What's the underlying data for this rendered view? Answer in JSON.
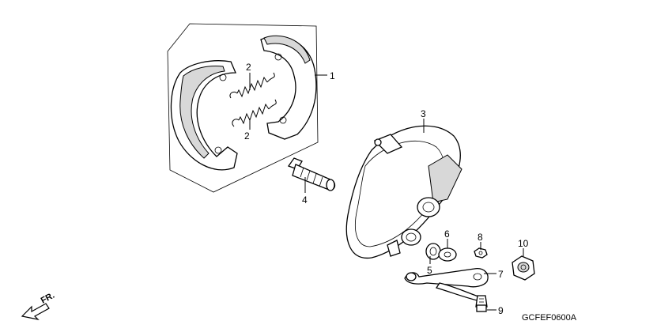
{
  "callouts": {
    "c1": "1",
    "c2a": "2",
    "c2b": "2",
    "c3": "3",
    "c4": "4",
    "c5": "5",
    "c6": "6",
    "c7": "7",
    "c8": "8",
    "c9": "9",
    "c10": "10"
  },
  "diagram_code": "GCFEF0600A",
  "direction_label": "FR."
}
